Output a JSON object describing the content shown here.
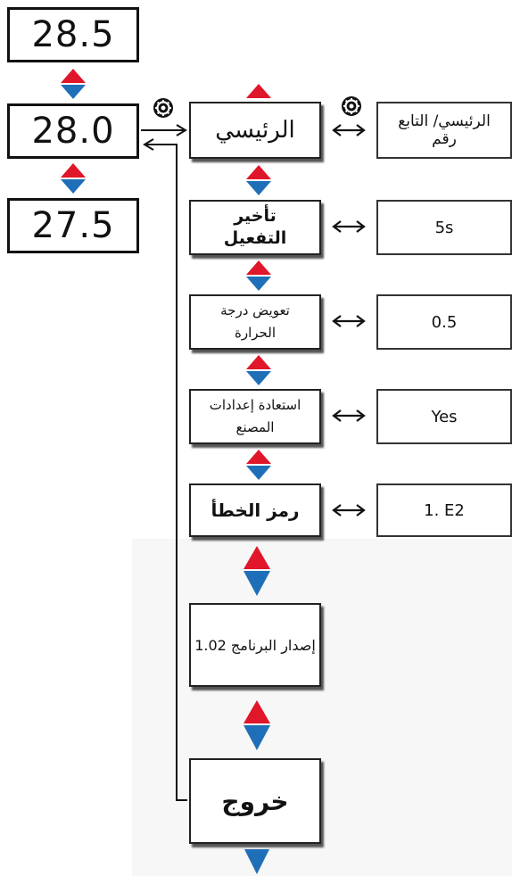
{
  "temperatures": {
    "upper": "28.5",
    "current": "28.0",
    "lower": "27.5"
  },
  "menu": {
    "main": "الرئيسي",
    "activation_delay": "تأخير التفعيل",
    "temp_compensation": "تعويض درجة الحرارة",
    "factory_reset": "استعادة إعدادات المصنع",
    "error_code": "رمز الخطأ",
    "software_version": "إصدار البرنامج 1.02",
    "exit": "خروج"
  },
  "values": {
    "main_slave_number": "الرئيسي/ التابع رقم",
    "activation_delay": "5s",
    "temp_compensation": "0.5",
    "factory_reset": "Yes",
    "error_code": "1. E2"
  },
  "colors": {
    "up_arrow": "#e0162b",
    "down_arrow": "#1f6fb8"
  },
  "icons": [
    "gear-icon",
    "up-arrow-icon",
    "down-arrow-icon",
    "double-arrow-icon"
  ]
}
